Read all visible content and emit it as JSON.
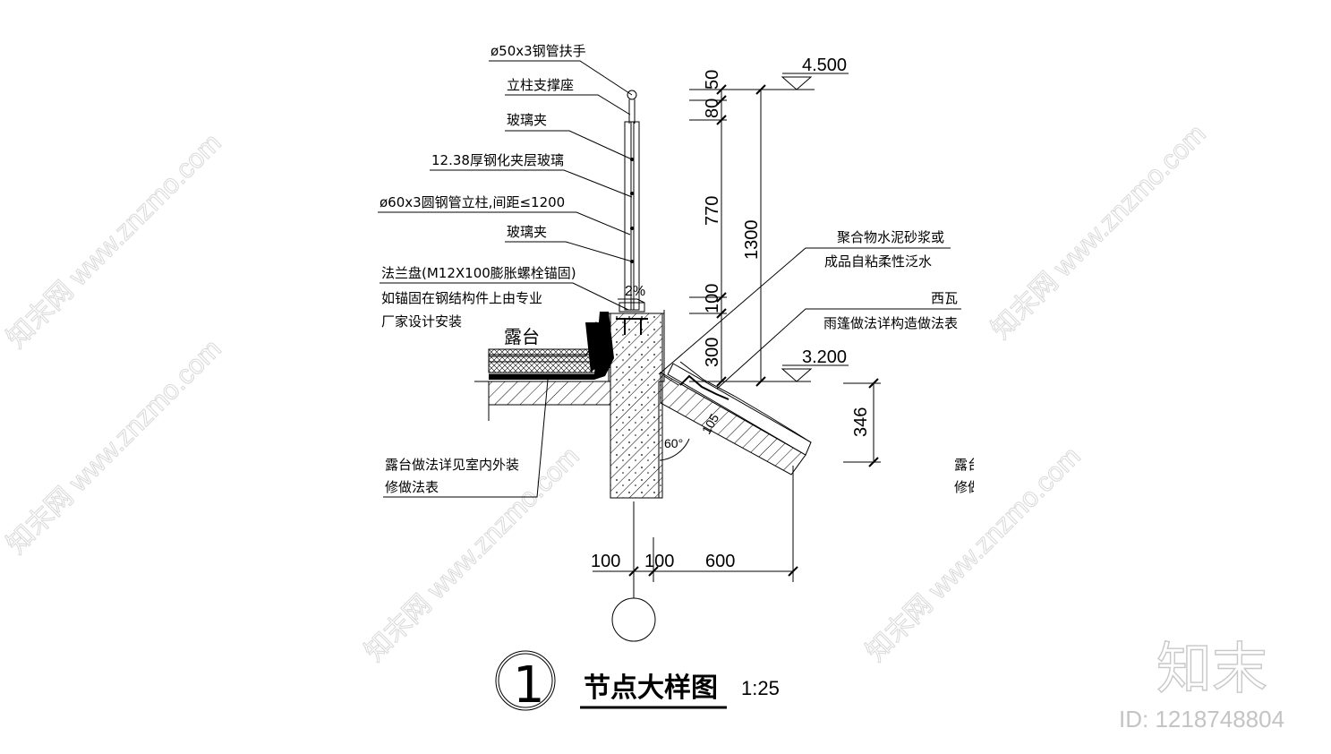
{
  "labels": {
    "handrail": "ø50x3钢管扶手",
    "post_base": "立柱支撑座",
    "glass_clip_top": "玻璃夹",
    "glass": "12.38厚钢化夹层玻璃",
    "post": "ø60x3圆钢管立柱,间距≤1200",
    "glass_clip_bottom": "玻璃夹",
    "flange_1": "法兰盘(M12X100膨胀螺栓锚固)",
    "flange_2": "如锚固在钢结构件上由专业",
    "flange_3": "厂家设计安装",
    "terrace": "露台",
    "terrace_note_1": "露台做法详见室内外装",
    "terrace_note_2": "修做法表",
    "mortar_1": "聚合物水泥砂浆或",
    "mortar_2": "成品自粘柔性泛水",
    "tile": "西瓦",
    "canopy": "雨篷做法详构造做法表",
    "right_cut_1": "露台",
    "right_cut_2": "修做"
  },
  "elevations": {
    "top": "4.500",
    "bottom": "3.200"
  },
  "dimensions": {
    "v50": "50",
    "v80": "80",
    "v770": "770",
    "v100": "100",
    "v300": "300",
    "v1300": "1300",
    "v346": "346",
    "slope": "2%",
    "h100a": "100",
    "h100b": "100",
    "h600": "600",
    "angle": "60°",
    "tile_dim": "105"
  },
  "title": {
    "number": "1",
    "text": "节点大样图",
    "scale": "1:25"
  },
  "watermark": {
    "brand": "知末",
    "id": "ID: 1218748804",
    "site": "www.znzmo.com",
    "site_cn": "知末网"
  }
}
